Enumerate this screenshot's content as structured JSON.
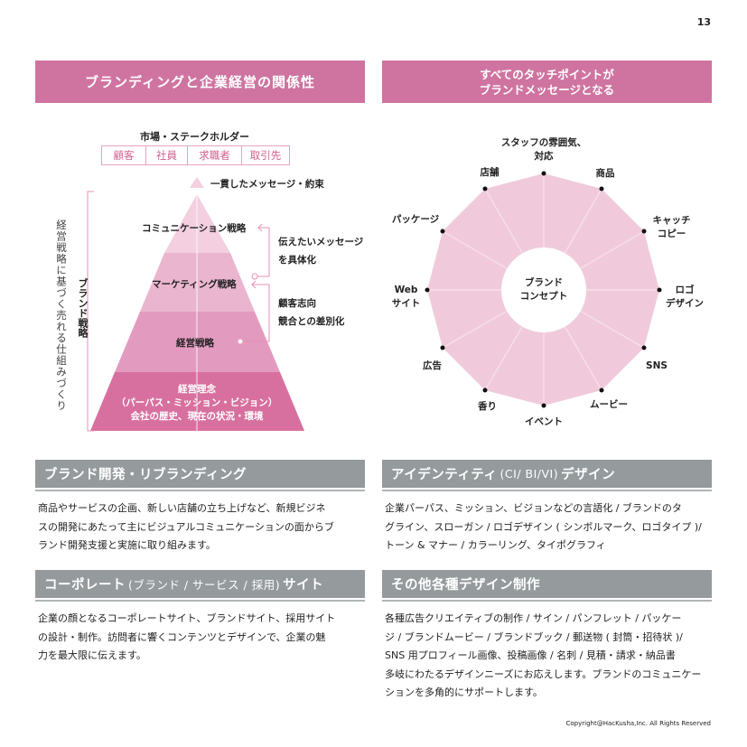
{
  "page": {
    "number": "13"
  },
  "left_panel": {
    "title": "ブランディングと企業経営の関係性",
    "stakeholders_title": "市場・ステークホルダー",
    "stakeholders": [
      "顧客",
      "社員",
      "求職者",
      "取引先"
    ],
    "apex_label": "一貫したメッセージ・約束",
    "layers": [
      {
        "label": "コミュニケーション戦略"
      },
      {
        "label": "マーケティング戦略"
      },
      {
        "label": "経営戦略"
      },
      {
        "label_lines": [
          "経営理念",
          "（パーパス・ミッション・ビジョン）",
          "会社の歴史、現在の状況・環境"
        ]
      }
    ],
    "notes": [
      {
        "lines": [
          "伝えたいメッセージ",
          "を具体化"
        ]
      },
      {
        "lines": [
          "顧客志向",
          "競合との差別化"
        ]
      }
    ],
    "vertical_outer": "経営戦略に基づく売れる仕組みづくり",
    "vertical_inner": "ブランド戦略",
    "colors": {
      "layer1": "#f3cfe0",
      "layer2": "#eab6cf",
      "layer3": "#e39abf",
      "layer4": "#d8709f",
      "line": "#e88fb7"
    }
  },
  "right_panel": {
    "title_lines": [
      "すべてのタッチポイントが",
      "ブランドメッセージとなる"
    ],
    "center_lines": [
      "ブランド",
      "コンセプト"
    ],
    "touchpoints": [
      {
        "lines": [
          "スタッフの雰囲気、",
          "対応"
        ]
      },
      {
        "lines": [
          "商品"
        ]
      },
      {
        "lines": [
          "キャッチ",
          "コピー"
        ]
      },
      {
        "lines": [
          "ロゴ",
          "デザイン"
        ]
      },
      {
        "lines": [
          "SNS"
        ]
      },
      {
        "lines": [
          "ムービー"
        ]
      },
      {
        "lines": [
          "イベント"
        ]
      },
      {
        "lines": [
          "香り"
        ]
      },
      {
        "lines": [
          "広告"
        ]
      },
      {
        "lines": [
          "Web",
          "サイト"
        ]
      },
      {
        "lines": [
          "パッケージ"
        ]
      },
      {
        "lines": [
          "店舗"
        ]
      }
    ],
    "colors": {
      "fill": "#f0cadb",
      "spoke": "#f7e3ec"
    }
  },
  "sections": [
    {
      "title": "ブランド開発・リブランディング",
      "body_lines": [
        "商品やサービスの企画、新しい店舗の立ち上げなど、新規ビジネ",
        "スの開発にあたって主にビジュアルコミュニケーションの面からブ",
        "ランド開発支援と実施に取り組みます。"
      ]
    },
    {
      "title_bold": "アイデンティティ",
      "title_light": "(CI/ BI/VI)",
      "title_bold_2": "デザイン",
      "body_lines": [
        "企業パーパス、ミッション、ビジョンなどの言語化 / ブランドのタ",
        "グライン、スローガン / ロゴデザイン ( シンボルマーク、ロゴタイプ )/",
        "トーン & マナー / カラーリング、タイポグラフィ"
      ]
    },
    {
      "title_bold": "コーポレート",
      "title_light": "(ブランド / サービス / 採用)",
      "title_bold_2": "サイト",
      "body_lines": [
        "企業の顔となるコーポレートサイト、ブランドサイト、採用サイト",
        "の設計・制作。訪問者に響くコンテンツとデザインで、企業の魅",
        "力を最大限に伝えます。"
      ]
    },
    {
      "title": "その他各種デザイン制作",
      "body_lines": [
        "各種広告クリエイティブの制作 / サイン / パンフレット / パッケー",
        "ジ / ブランドムービー / ブランドブック / 郵送物 ( 封筒・招待状 )/",
        "SNS 用プロフィール画像、投稿画像 / 名刺 / 見積・請求・納品書",
        "多岐にわたるデザインニーズにお応えします。ブランドのコミュニケー",
        "ションを多角的にサポートします。"
      ]
    }
  ],
  "footer": {
    "copyright": "Copyright@HacKusha,Inc. All Rights Reserved"
  }
}
